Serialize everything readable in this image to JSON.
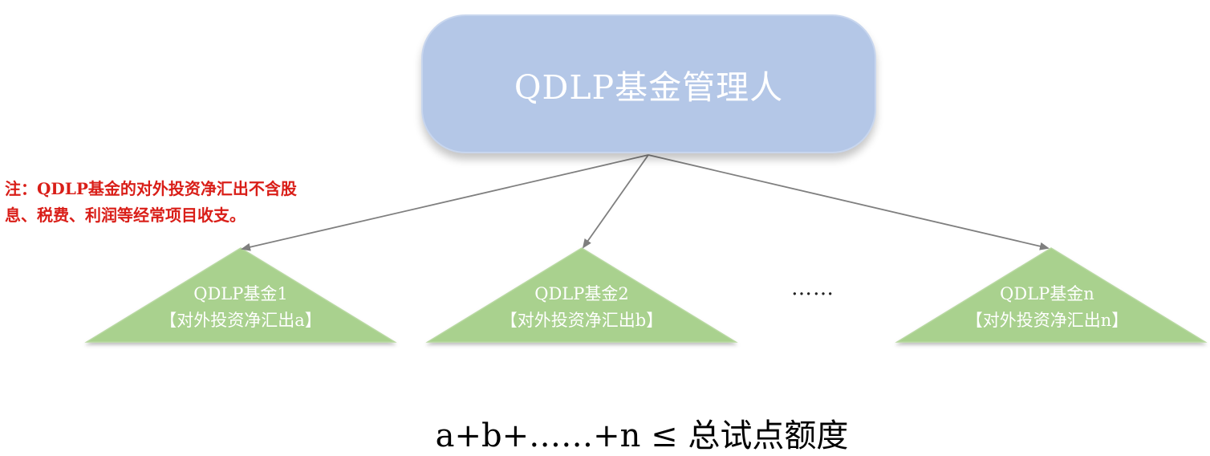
{
  "manager": {
    "label": "QDLP基金管理人"
  },
  "note": {
    "line1": "注：QDLP基金的对外投资净汇出不含股",
    "line2": "息、税费、利润等经常项目收支。"
  },
  "funds": [
    {
      "name": "QDLP基金1",
      "outflow": "【对外投资净汇出a】"
    },
    {
      "name": "QDLP基金2",
      "outflow": "【对外投资净汇出b】"
    },
    {
      "name": "QDLP基金n",
      "outflow": "【对外投资净汇出n】"
    }
  ],
  "ellipsis": "……",
  "formula": "a+b+……+n ≤ 总试点额度",
  "colors": {
    "manager_fill": "#b4c7e7",
    "fund_fill": "#a9d18e",
    "note_text": "#d91e18",
    "arrow": "#7f7f7f"
  }
}
